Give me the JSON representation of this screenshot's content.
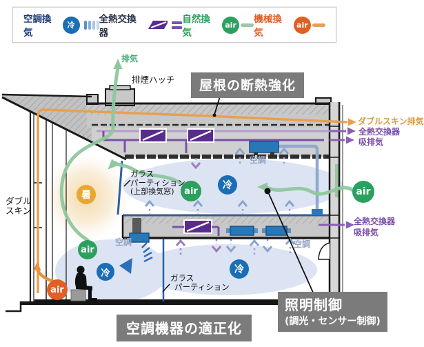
{
  "legend": {
    "items": [
      {
        "label": "空調換気",
        "badge": "冷"
      },
      {
        "label": "全熱交換器",
        "badge": ""
      },
      {
        "label": "自然換気",
        "badge": "air"
      },
      {
        "label": "機械換気",
        "badge": "air"
      }
    ]
  },
  "callouts": {
    "roof_insulation": "屋根の断熱強化",
    "hvac_optimization": "空調機器の適正化",
    "lighting_control": "照明制御",
    "lighting_control_sub": "(調光・センサー制御)"
  },
  "labels": {
    "exhaust": "排気",
    "smoke_hatch": "排煙ハッチ",
    "double_skin_exhaust": "ダブルスキン排気",
    "heat_exchanger_upper": "全熱交換器",
    "intake_exhaust_upper": "吸排気",
    "heat_exchanger_lower": "全熱交換器",
    "intake_exhaust_lower": "吸排気",
    "double_skin_line1": "ダブル",
    "double_skin_line2": "スキン",
    "glass_partition_upper_line1": "ガラス",
    "glass_partition_upper_line2": "パーティション",
    "glass_partition_upper_line3": "(上部換気窓)",
    "glass_partition_lower_line1": "ガラス",
    "glass_partition_lower_line2": "パーティション",
    "ac_2f": "空調",
    "ac_1f_left": "空調",
    "ac_1f_right": "空調"
  },
  "badges": {
    "hot": "暑",
    "cold_2f": "冷",
    "cold_1f_left": "冷",
    "cold_1f_right": "冷",
    "air_natural_2f": "air",
    "air_natural_right": "air",
    "air_natural_1f": "air",
    "air_mechanical": "air"
  },
  "colors": {
    "ac_blue": "#1b6db5",
    "heat_exchanger_purple": "#5a2b8e",
    "purple_line": "#7a4fa8",
    "natural_green": "#2ba05f",
    "green_flow": "#8fc79e",
    "mechanical_orange": "#e05f24",
    "orange_line": "#e8a050",
    "callout_gray": "#7b7b7b",
    "hot_amber": "#e7a832",
    "cool_cloud": "#dce3f2"
  }
}
